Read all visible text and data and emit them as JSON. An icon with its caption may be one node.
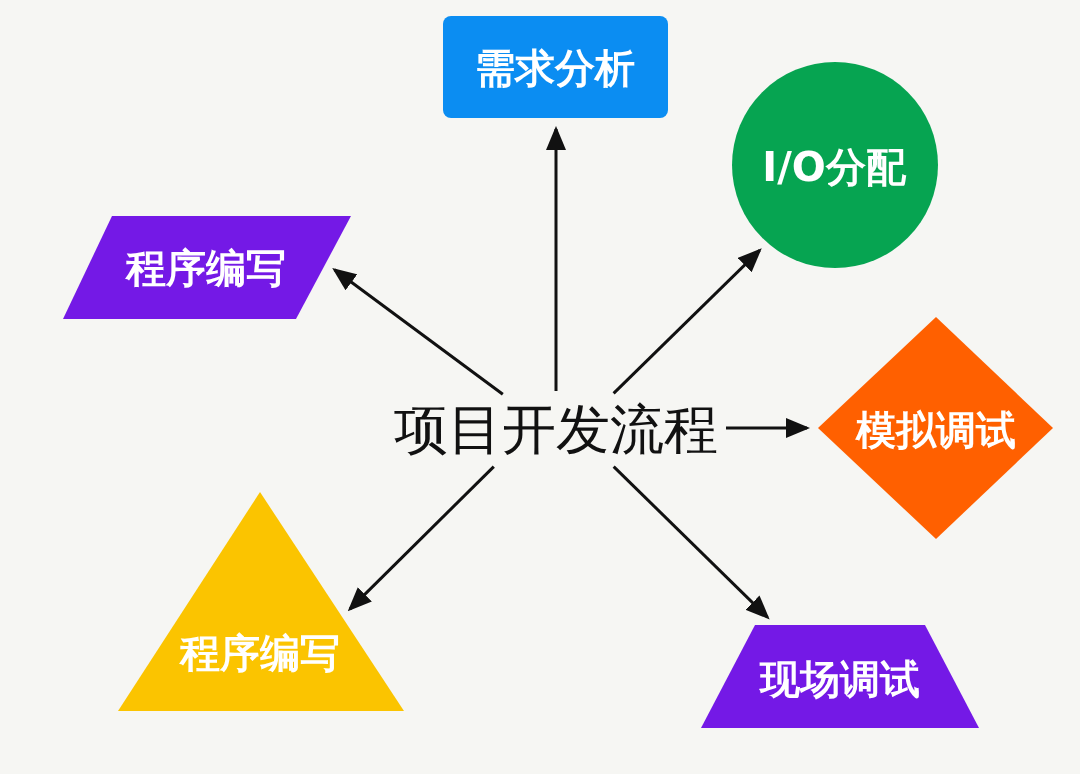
{
  "diagram": {
    "nodes": [
      {
        "text": [
          "需求分析"
        ]
      },
      {
        "text": [
          "I/O分配"
        ]
      },
      {
        "text": [
          "程序编写"
        ]
      },
      {
        "text": [
          "项目开发流程"
        ]
      },
      {
        "text": [
          "模拟调试"
        ]
      },
      {
        "text": [
          "程序编写"
        ]
      },
      {
        "text": [
          "现场调试"
        ]
      }
    ],
    "edges": [
      {
        "from": 3,
        "to": 0,
        "arrow": "to"
      },
      {
        "from": 3,
        "to": 1,
        "arrow": "to"
      },
      {
        "from": 3,
        "to": 2,
        "arrow": "to"
      },
      {
        "from": 3,
        "to": 4,
        "arrow": "to"
      },
      {
        "from": 3,
        "to": 5,
        "arrow": "to"
      },
      {
        "from": 3,
        "to": 6,
        "arrow": "to"
      }
    ]
  }
}
